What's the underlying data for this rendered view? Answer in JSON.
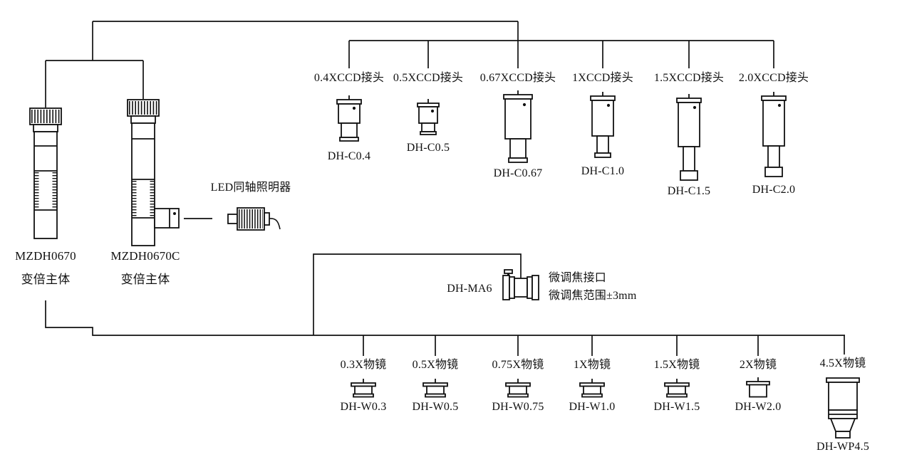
{
  "style": {
    "canvas_bg": "#ffffff",
    "ink": "#111111"
  },
  "bodies": [
    {
      "model": "MZDH0670",
      "type_label": "变倍主体"
    },
    {
      "model": "MZDH0670C",
      "type_label": "变倍主体"
    }
  ],
  "led_illuminator": {
    "label": "LED同轴照明器"
  },
  "ccd_adapters": [
    {
      "name": "0.4XCCD接头",
      "model": "DH-C0.4"
    },
    {
      "name": "0.5XCCD接头",
      "model": "DH-C0.5"
    },
    {
      "name": "0.67XCCD接头",
      "model": "DH-C0.67"
    },
    {
      "name": "1XCCD接头",
      "model": "DH-C1.0"
    },
    {
      "name": "1.5XCCD接头",
      "model": "DH-C1.5"
    },
    {
      "name": "2.0XCCD接头",
      "model": "DH-C2.0"
    }
  ],
  "fine_focus_adapter": {
    "model": "DH-MA6",
    "desc_line1": "微调焦接口",
    "desc_line2": "微调焦范围±3mm"
  },
  "objectives": [
    {
      "name": "0.3X物镜",
      "model": "DH-W0.3"
    },
    {
      "name": "0.5X物镜",
      "model": "DH-W0.5"
    },
    {
      "name": "0.75X物镜",
      "model": "DH-W0.75"
    },
    {
      "name": "1X物镜",
      "model": "DH-W1.0"
    },
    {
      "name": "1.5X物镜",
      "model": "DH-W1.5"
    },
    {
      "name": "2X物镜",
      "model": "DH-W2.0"
    },
    {
      "name": "4.5X物镜",
      "model": "DH-WP4.5"
    }
  ]
}
